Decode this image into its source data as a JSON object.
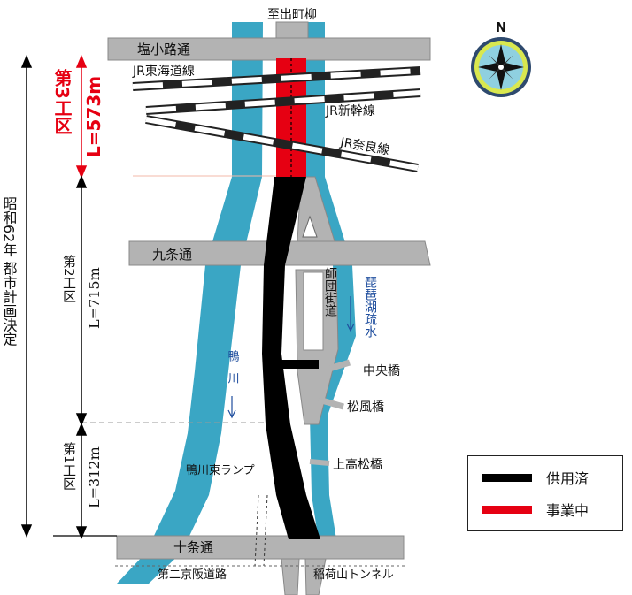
{
  "labels": {
    "north_road": "至出町柳",
    "shiokoji": "塩小路通",
    "jr_tokaido": "JR東海道線",
    "jr_shinkansen": "JR新幹線",
    "jr_nara": "JR奈良線",
    "kujo": "九条通",
    "jujo": "十条通",
    "shidan_kaido": "師団街道",
    "biwako_sosui": "琵琶湖疏水",
    "kamogawa": "鴨川",
    "chuo_bashi": "中央橋",
    "shofu_bashi": "松風橋",
    "kamitakamatsu_bashi": "上高松橋",
    "kamogawa_higashi_ramp": "鴨川東ランプ",
    "daini_keihan": "第二京阪道路",
    "inariyama_tunnel": "稲荷山トンネル"
  },
  "sections": {
    "section3_name": "第3工区",
    "section3_length": "L=573m",
    "section2_name": "第2工区",
    "section2_length": "L=715m",
    "section1_name": "第1工区",
    "section1_length": "L=312m",
    "plan_decision": "昭和62年 都市計画決定"
  },
  "legend": {
    "in_service": "供用済",
    "in_progress": "事業中"
  },
  "compass": {
    "north": "N"
  },
  "colors": {
    "river": "#3aa6c4",
    "road": "#b3b3b3",
    "in_service": "#000000",
    "in_progress": "#e60012",
    "section3_text": "#e60012"
  }
}
